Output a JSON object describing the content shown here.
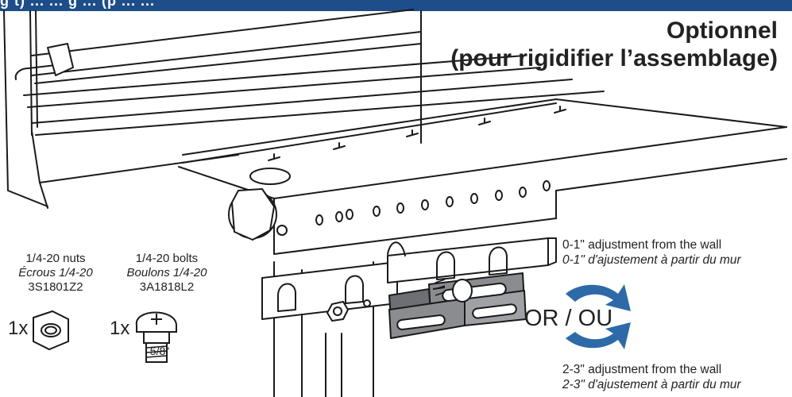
{
  "header": {
    "banner_text": "g t) ... ... g ... (p ... ..."
  },
  "title": {
    "line1": "Optionnel",
    "line2": "(pour rigidifier l’assemblage)"
  },
  "hardware": {
    "nuts": {
      "label_en": "1/4-20 nuts",
      "label_fr": "Écrous 1/4-20",
      "part_no": "3S1801Z2",
      "qty": "1x"
    },
    "bolts": {
      "label_en": "1/4-20 bolts",
      "label_fr": "Boulons 1/4-20",
      "part_no": "3A1818L2",
      "qty": "1x",
      "length": "5/8\""
    }
  },
  "adjustment": {
    "near": {
      "en": "0-1\" adjustment from the wall",
      "fr": "0-1\" d'ajustement à partir du mur"
    },
    "far": {
      "en": "2-3\" adjustment from the wall",
      "fr": "2-3\" d'ajustement à partir du mur"
    },
    "or_label": "OR / OU"
  },
  "colors": {
    "banner": "#1d4e89",
    "arrow": "#2e6aa8",
    "bracket": "#8a8c8f"
  }
}
